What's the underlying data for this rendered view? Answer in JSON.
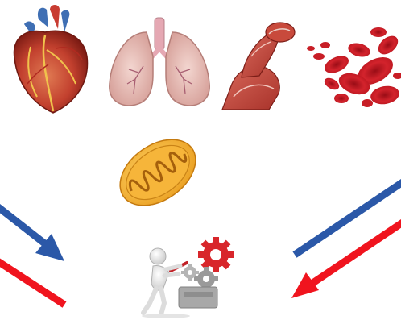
{
  "organs": [
    {
      "name": "heart-icon"
    },
    {
      "name": "lungs-icon"
    },
    {
      "name": "muscle-arm-icon"
    },
    {
      "name": "red-blood-cells-icon"
    }
  ],
  "mitochondrion": {
    "name": "mitochondrion-icon"
  },
  "center_figure": {
    "name": "person-pushing-gears-icon"
  },
  "arrows": [
    {
      "name": "left-blue-arrow",
      "color": "#2B58A8",
      "direction": "down-right"
    },
    {
      "name": "left-red-arrow",
      "color": "#F0141E",
      "direction": "down-right"
    },
    {
      "name": "right-blue-arrow",
      "color": "#2B58A8",
      "direction": "down-left"
    },
    {
      "name": "right-red-arrow",
      "color": "#F0141E",
      "direction": "down-left"
    }
  ],
  "colors": {
    "blue_arrow": "#2B58A8",
    "red_arrow": "#F0141E",
    "gear_red": "#D8262B",
    "gear_gray": "#9A9A9A",
    "mito_yellow": "#F2B632"
  }
}
